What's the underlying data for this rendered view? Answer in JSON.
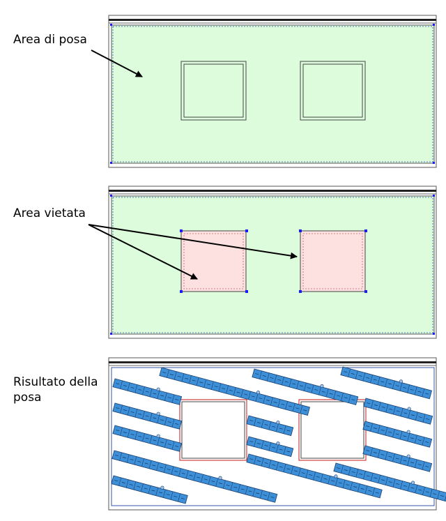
{
  "labels": {
    "area_posa": "Area di posa",
    "area_vietata": "Area vietata",
    "risultato": "Risultato della posa"
  },
  "colors": {
    "posa_fill": "#dcfcdc",
    "vietata_fill": "#fde0e0",
    "panel_fill": "#3d8fd8",
    "panel_stroke": "#1a3f6e",
    "marker": "#1a1aff",
    "frame": "#555555",
    "exclusion_outline": "#d04040"
  }
}
